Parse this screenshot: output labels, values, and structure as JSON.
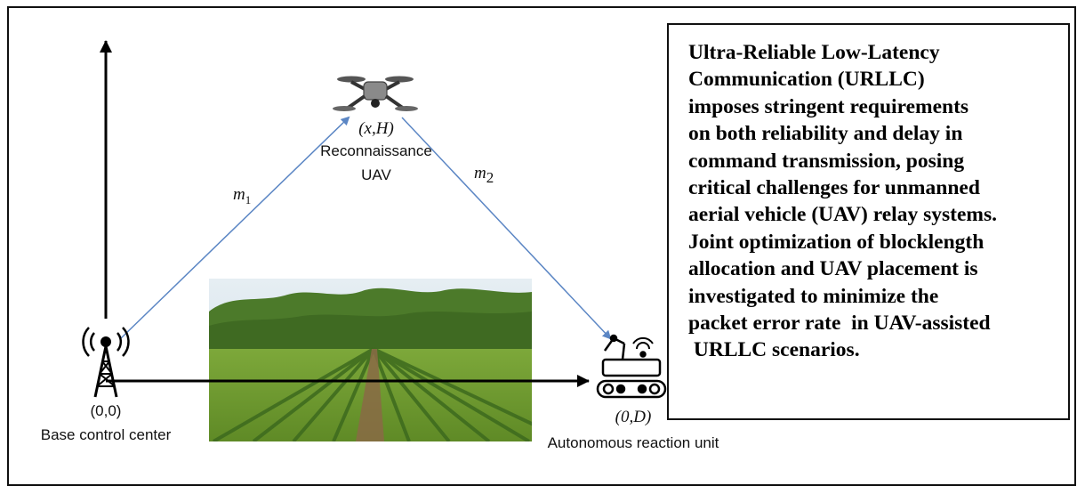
{
  "nodes": {
    "base_coord": "(0,0)",
    "base_label": "Base control center",
    "uav_coord": "(x,H)",
    "uav_label_line1": "Reconnaissance",
    "uav_label_line2": "UAV",
    "unit_coord": "(0,D)",
    "unit_label": "Autonomous reaction unit"
  },
  "links": {
    "m1": "m1",
    "m2": "m2"
  },
  "description": {
    "text": "Ultra-Reliable Low-Latency\nCommunication (URLLC)\nimposes stringent requirements\non both reliability and delay in\ncommand transmission, posing\ncritical challenges for unmanned\naerial vehicle (UAV) relay systems.\nJoint optimization of blocklength\nallocation and UAV placement is\ninvestigated to minimize the\npacket error rate  in UAV-assisted\n URLLC scenarios."
  },
  "colors": {
    "link_line": "#5b86c4",
    "axis": "#000000",
    "sky": "#dbe7ee",
    "forest": "#4f7a2c",
    "field": "#6f9a2e",
    "soil": "#8a6a45"
  }
}
